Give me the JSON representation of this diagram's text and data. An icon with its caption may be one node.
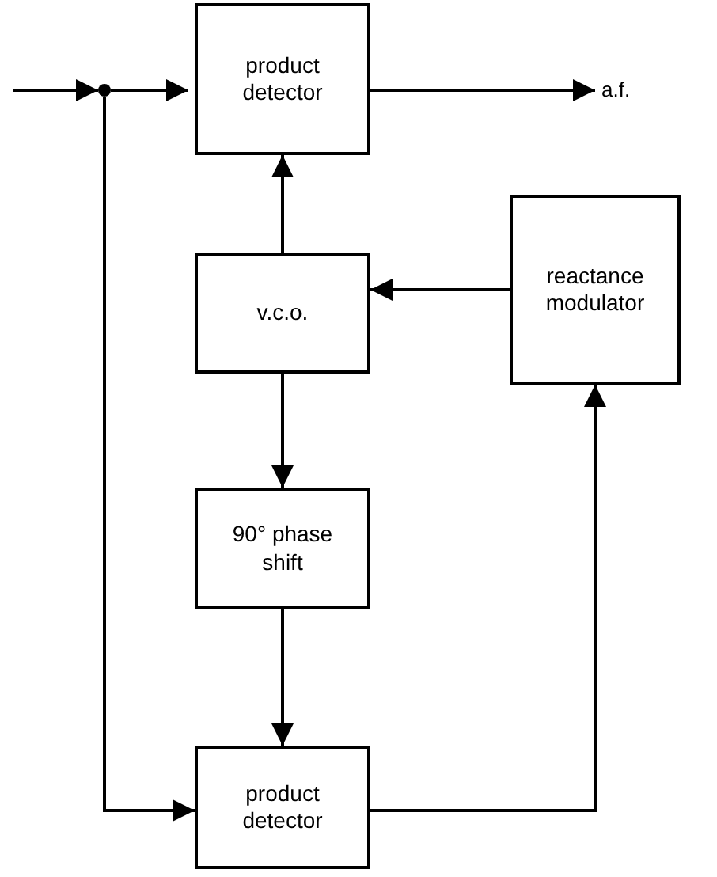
{
  "diagram": {
    "nodes": [
      {
        "text": [
          "product detector"
        ]
      },
      {
        "text": [
          "v.c.o."
        ]
      },
      {
        "text": [
          "reactance modulator"
        ]
      },
      {
        "text": [
          "90° phase shift"
        ]
      },
      {
        "text": [
          "product detector"
        ]
      },
      {
        "text": [
          "a.f."
        ]
      },
      {
        "text": [],
        "shape": "circle"
      }
    ],
    "edges": [
      {
        "from": null,
        "to": 6,
        "arrow": "to"
      },
      {
        "from": 6,
        "to": 0,
        "arrow": "to"
      },
      {
        "from": 0,
        "to": 5,
        "arrow": "to"
      },
      {
        "from": 1,
        "to": 0,
        "arrow": "to"
      },
      {
        "from": 2,
        "to": 1,
        "arrow": "to"
      },
      {
        "from": 1,
        "to": 3,
        "arrow": "to"
      },
      {
        "from": 3,
        "to": 4,
        "arrow": "to"
      },
      {
        "from": 6,
        "to": 4,
        "arrow": "to"
      },
      {
        "from": 4,
        "to": 2,
        "arrow": "to"
      }
    ]
  }
}
